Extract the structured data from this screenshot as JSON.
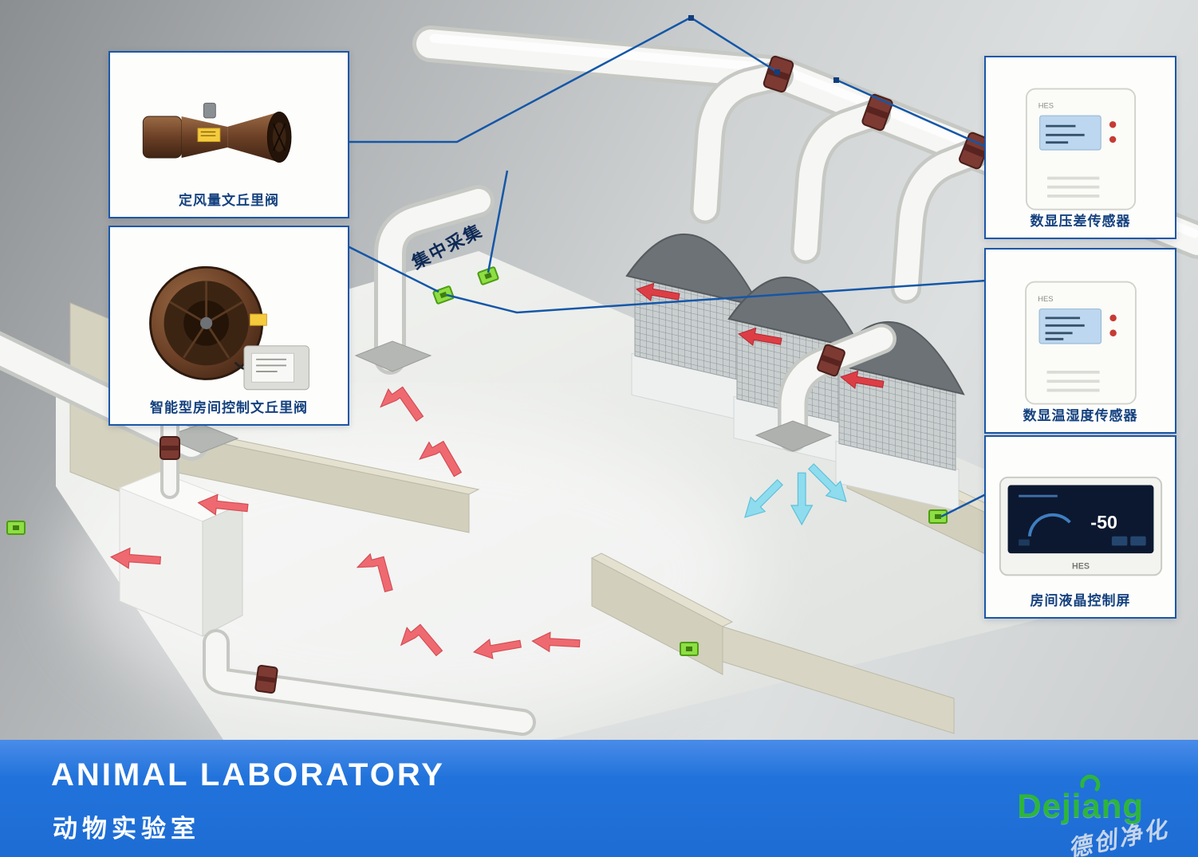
{
  "callouts": {
    "cav_valve": {
      "label": "定风量文丘里阀"
    },
    "smart_valve": {
      "label": "智能型房间控制文丘里阀"
    },
    "pressure_sensor": {
      "label": "数显压差传感器",
      "brand": "HES"
    },
    "temp_humidity_sensor": {
      "label": "数显温湿度传感器",
      "brand": "HES"
    },
    "lcd_panel": {
      "label": "房间液晶控制屏",
      "brand": "HES",
      "reading": "-50"
    }
  },
  "scene": {
    "collection_label": "集中采集"
  },
  "banner": {
    "title": "ANIMAL LABORATORY",
    "subtitle": "动物实验室"
  },
  "logo": {
    "brand": "Dejiang",
    "watermark": "德创净化"
  },
  "colors": {
    "accent_blue": "#1a57a8",
    "banner_blue": "#2173db",
    "label_blue": "#14417f",
    "logo_green": "#2db53c",
    "arrow_red": "#ee6a70",
    "arrow_cyan": "#8edcee",
    "chip_green": "#8ede44",
    "wall_beige": "#d2cfbd",
    "pipe_white": "#f6f6f4"
  }
}
